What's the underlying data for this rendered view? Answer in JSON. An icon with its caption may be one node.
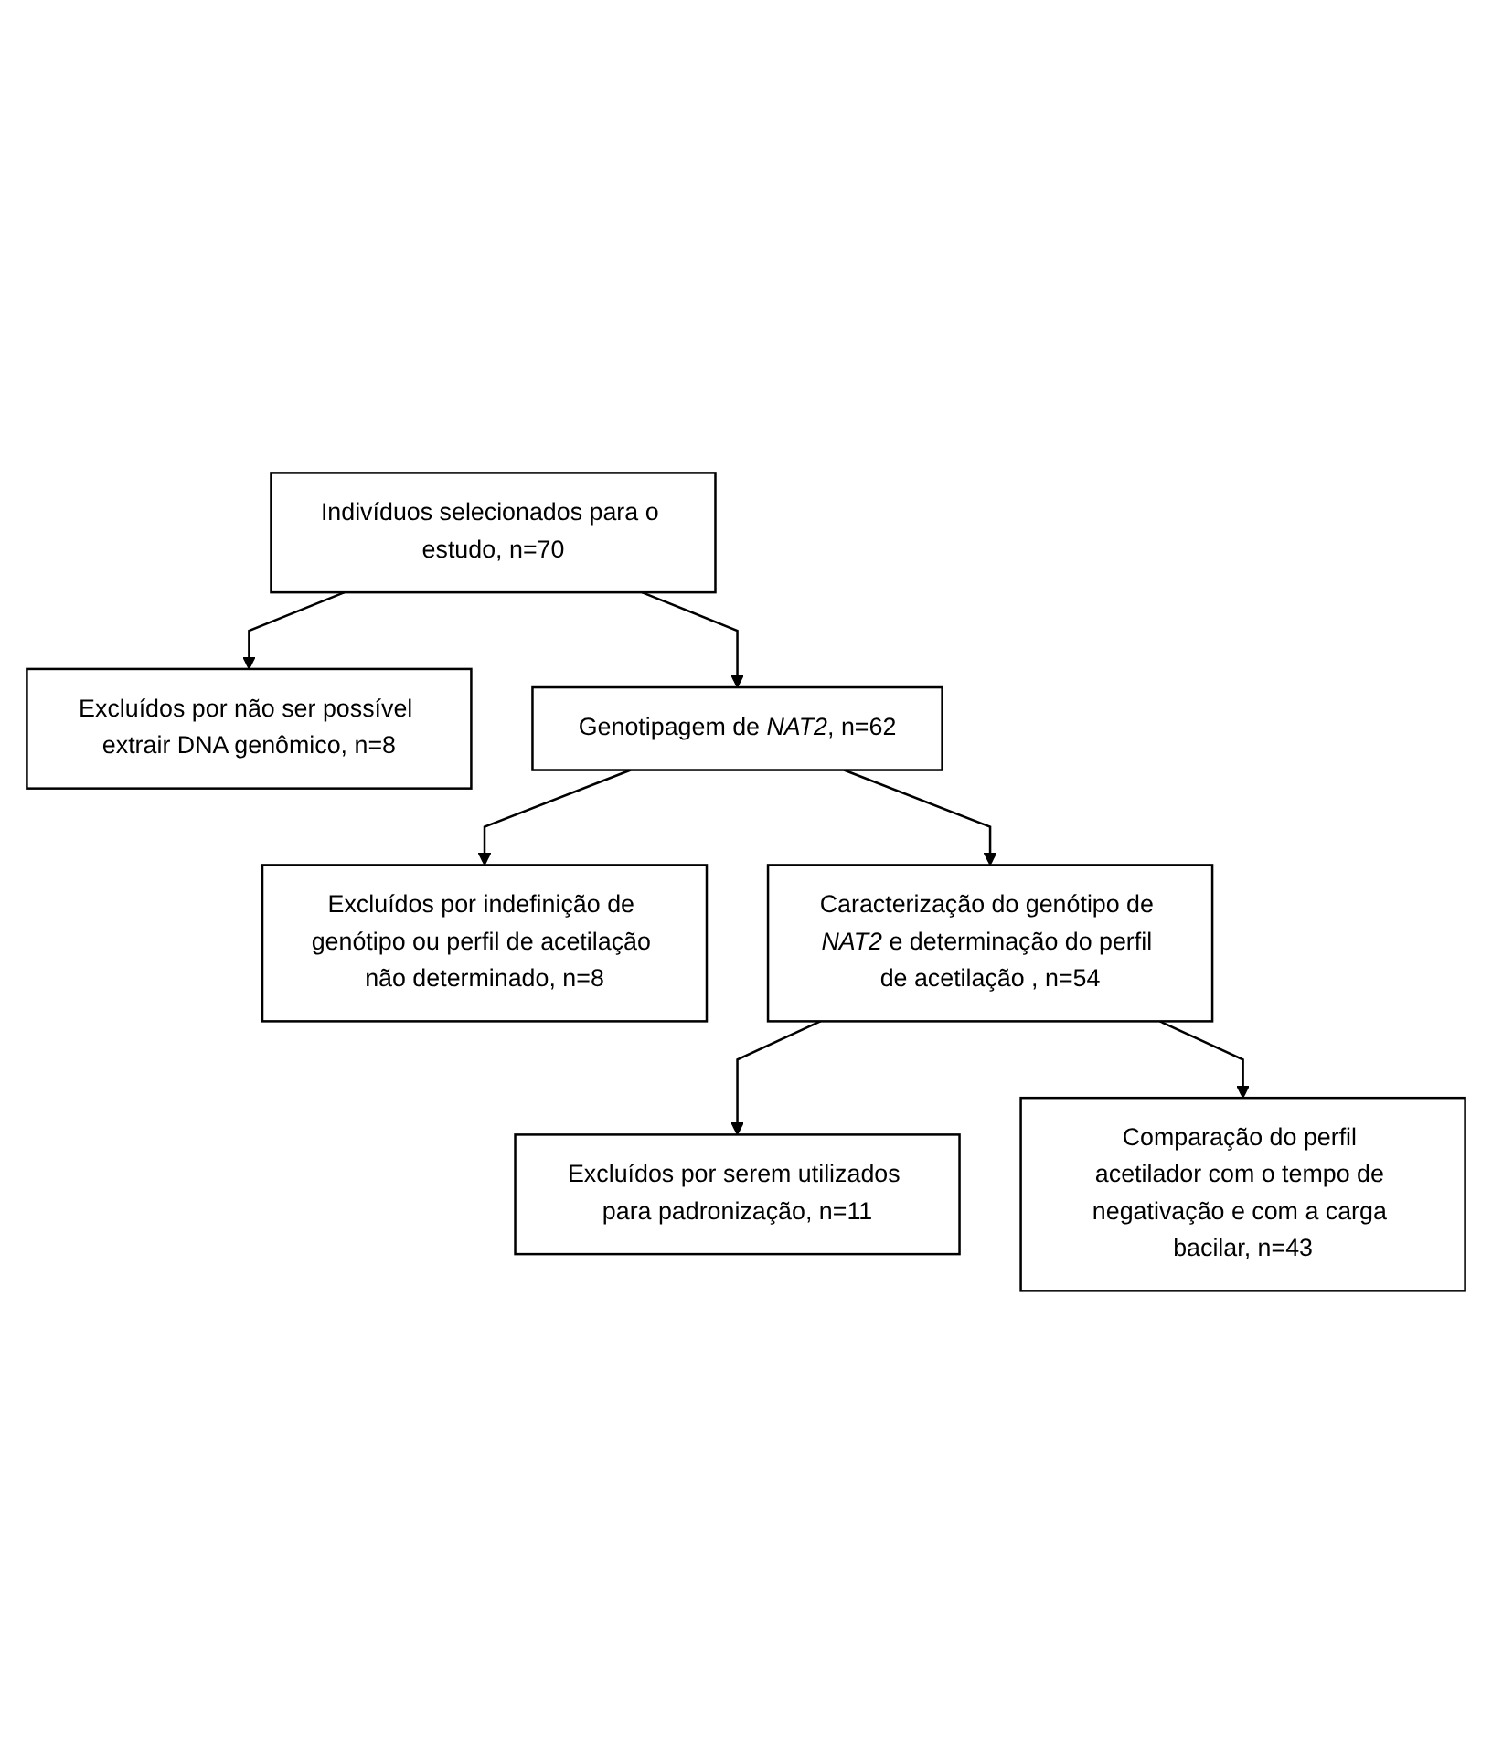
{
  "diagram": {
    "nodes": [
      {
        "text": [
          "Indivíduos selecionados para o estudo, n=70"
        ]
      },
      {
        "text": [
          "Excluídos por não ser possível extrair DNA genômico, n=8"
        ]
      },
      {
        "text": [
          "Genotipagem de *NAT2*, n=62"
        ]
      },
      {
        "text": [
          "Excluídos por indefinição de genótipo ou perfil de acetilação não determinado, n=8"
        ]
      },
      {
        "text": [
          "Caracterização do genótipo de *NAT2* e determinação do perfil de acetilação , n=54"
        ]
      },
      {
        "text": [
          "Excluídos por serem utilizados para padronização, n=11"
        ]
      },
      {
        "text": [
          "Comparação do perfil acetilador com o tempo de negativação e com a carga bacilar, n=43"
        ]
      }
    ],
    "edges": [
      {
        "from": 0,
        "to": 1,
        "arrow": "to"
      },
      {
        "from": 0,
        "to": 2,
        "arrow": "to"
      },
      {
        "from": 2,
        "to": 3,
        "arrow": "to"
      },
      {
        "from": 2,
        "to": 4,
        "arrow": "to"
      },
      {
        "from": 4,
        "to": 5,
        "arrow": "to"
      },
      {
        "from": 4,
        "to": 6,
        "arrow": "to"
      }
    ]
  }
}
